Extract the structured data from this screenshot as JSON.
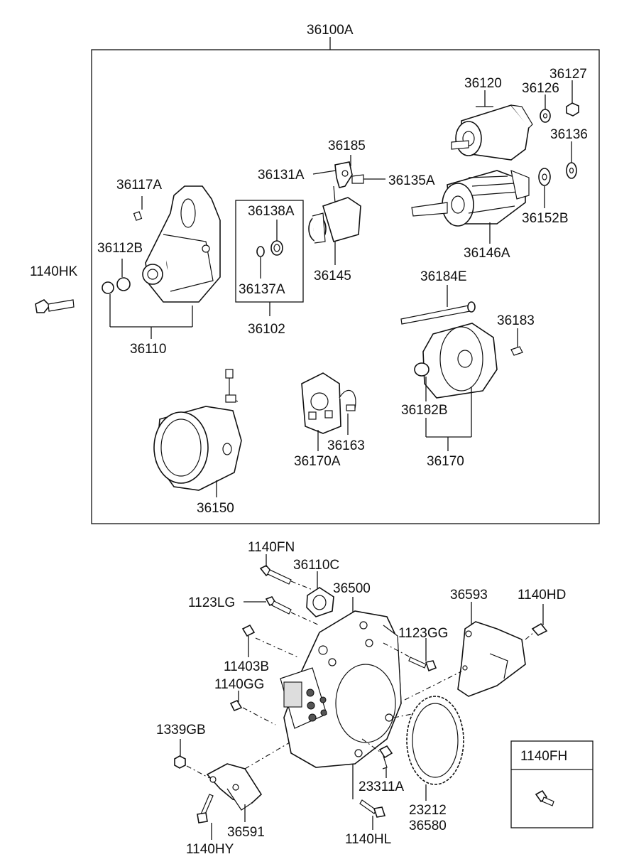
{
  "labels": {
    "l36100A": "36100A",
    "l36120": "36120",
    "l36127": "36127",
    "l36126": "36126",
    "l36136": "36136",
    "l36185": "36185",
    "l36131A": "36131A",
    "l36135A": "36135A",
    "l36117A": "36117A",
    "l36138A": "36138A",
    "l36152B": "36152B",
    "l36112B": "36112B",
    "l36146A": "36146A",
    "l1140HK": "1140HK",
    "l36145": "36145",
    "l36137A": "36137A",
    "l36184E": "36184E",
    "l36183": "36183",
    "l36102": "36102",
    "l36110": "36110",
    "l36182B": "36182B",
    "l36163": "36163",
    "l36170A": "36170A",
    "l36170": "36170",
    "l36150": "36150",
    "l1140FN": "1140FN",
    "l36110C": "36110C",
    "l36500": "36500",
    "l36593": "36593",
    "l1140HD": "1140HD",
    "l1123LG": "1123LG",
    "l1123GG": "1123GG",
    "l11403B": "11403B",
    "l1140GG": "1140GG",
    "l1339GB": "1339GB",
    "l1140FH": "1140FH",
    "l23311A": "23311A",
    "l23212": "23212",
    "l36580": "36580",
    "l36591": "36591",
    "l1140HY": "1140HY",
    "l1140HL": "1140HL"
  }
}
